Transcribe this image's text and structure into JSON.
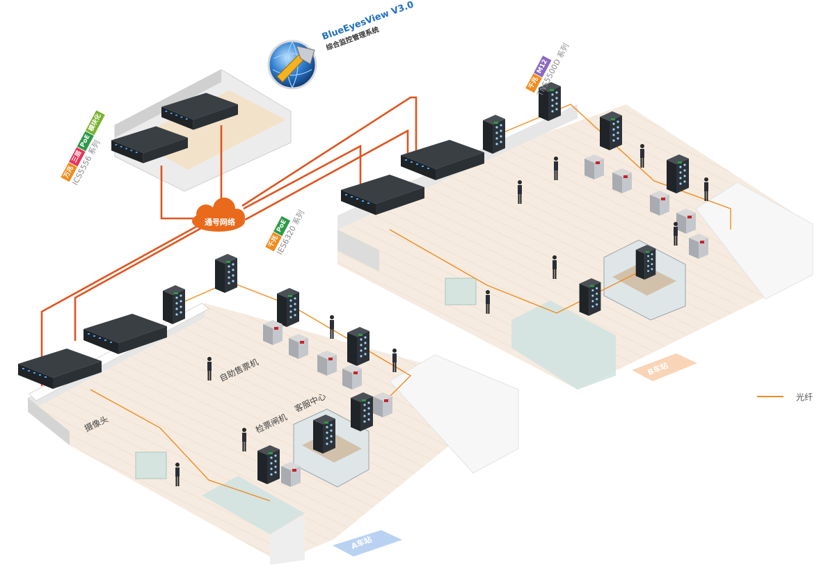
{
  "software": {
    "title": "BlueEyesView V3.0",
    "subtitle": "综合监控管理系统"
  },
  "cloud_label": "通号网络",
  "products": {
    "ics": {
      "tags": [
        "万兆",
        "三层",
        "PoE",
        "模块化"
      ],
      "tag_colors": [
        "#f08c1e",
        "#e5365a",
        "#2e9a48",
        "#7ab32e"
      ],
      "series": "ICS5556 系列"
    },
    "ies": {
      "tags": [
        "千兆",
        "PoE"
      ],
      "tag_colors": [
        "#f08c1e",
        "#2e9a48"
      ],
      "series": "IES6320 系列"
    },
    "tns": {
      "tags": [
        "千兆",
        "M12"
      ],
      "tag_colors": [
        "#f08c1e",
        "#8a6bbf"
      ],
      "series": "TNS5500D 系列"
    }
  },
  "station_a": {
    "badge": "A车站",
    "labels": {
      "ticket_machine": "自助售票机",
      "service_center": "客服中心",
      "gate": "检票闸机",
      "camera": "摄像头"
    }
  },
  "station_b": {
    "badge": "B车站"
  },
  "legend": {
    "label": "光纤",
    "color": "#f08c1e"
  },
  "colors": {
    "fiber": "#f08c1e",
    "network_link": "#e0531d",
    "floor": "#f6ebe0",
    "wall": "#f2f2f2",
    "switch": "#2d3135",
    "glass": "#cfe3df"
  }
}
